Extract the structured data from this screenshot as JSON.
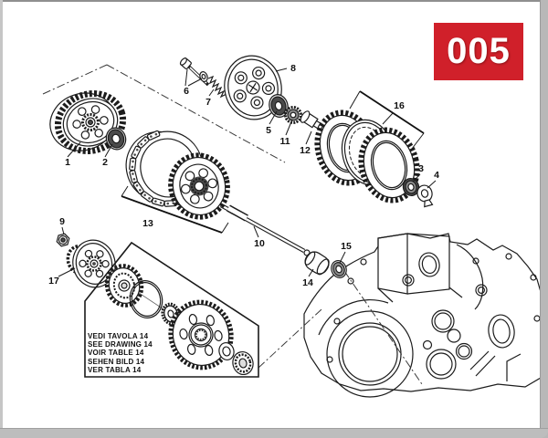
{
  "badge": {
    "number": "005",
    "bg_color": "#d0202a",
    "text_color": "#ffffff"
  },
  "note_box": {
    "lines": [
      "VEDI TAVOLA 14",
      "SEE DRAWING 14",
      "VOIR TABLE 14",
      "SEHEN BILD 14",
      "VER TABLA 14"
    ]
  },
  "callouts": [
    {
      "label": "1"
    },
    {
      "label": "2"
    },
    {
      "label": "3"
    },
    {
      "label": "4"
    },
    {
      "label": "5"
    },
    {
      "label": "6"
    },
    {
      "label": "7"
    },
    {
      "label": "8"
    },
    {
      "label": "9"
    },
    {
      "label": "10"
    },
    {
      "label": "11"
    },
    {
      "label": "12"
    },
    {
      "label": "13"
    },
    {
      "label": "14"
    },
    {
      "label": "15"
    },
    {
      "label": "16"
    },
    {
      "label": "17"
    }
  ],
  "colors": {
    "ink": "#1c1c1c",
    "page": "#ffffff",
    "frame": "#bdbdbd",
    "accent_red": "#d0202a"
  }
}
